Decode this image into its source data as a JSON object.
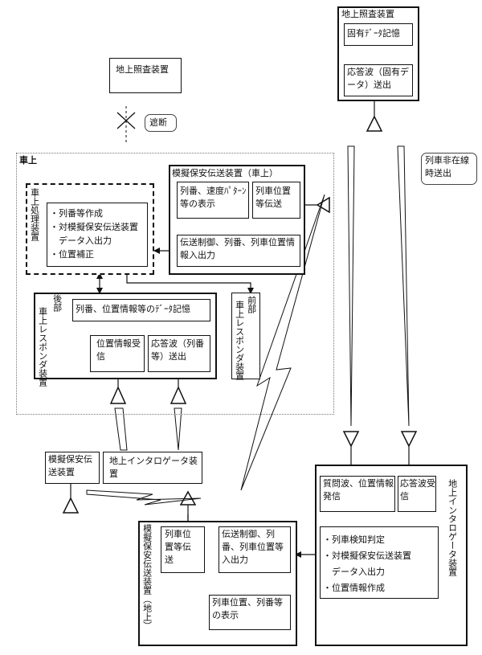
{
  "diagram": {
    "onboard_title": "車上",
    "ground_check_top": "地上照査装置",
    "ground_check_left": "地上照査装置",
    "fixed_data_memory": "固有ﾃﾞｰﾀ記憶",
    "response_fixed_data": "応答波（固有データ）送出",
    "cutoff_label": "遮断",
    "non_presence_label": "列車非在線時送出",
    "onboard_processing": "車上処理装置",
    "processing_items": [
      "・列番等作成",
      "・対模擬保安伝送装置",
      "　データ入出力",
      "・位置補正"
    ],
    "sim_transmit_onboard": "模擬保安伝送装置（車上）",
    "train_speed_pattern_display": "列番、速度ﾊﾟﾀｰﾝ等の表示",
    "train_position_transmit": "列車位置等伝送",
    "transmission_control_onboard": "伝送制御、列番、列車位置情報入出力",
    "rear_responder": "車上レスポンダ装置",
    "rear_label": "後部",
    "rear_memory": "列番、位置情報等のﾃﾞｰﾀ記憶",
    "position_receive": "位置情報受信",
    "response_send": "応答波（列番等）送出",
    "front_responder": "車上レスポンダ装置",
    "front_label": "前部",
    "sim_transmit_left": "模擬保安伝送装置",
    "ground_interrogator_left": "地上インタロゲータ装置",
    "sim_transmit_ground": "模擬保安伝送装置（地上）",
    "train_position_send": "列車位置等伝送",
    "transmission_control_ground": "伝送制御、列番、列車位置等入出力",
    "train_position_display": "列車位置、列番等の表示",
    "ground_interrogator": "地上インタロゲータ装置",
    "query_wave": "質問波、位置情報発信",
    "response_receive": "応答波受信",
    "ground_items": [
      "・列車検知判定",
      "・対模擬保安伝送装置",
      "　データ入出力",
      "・位置情報作成"
    ]
  }
}
